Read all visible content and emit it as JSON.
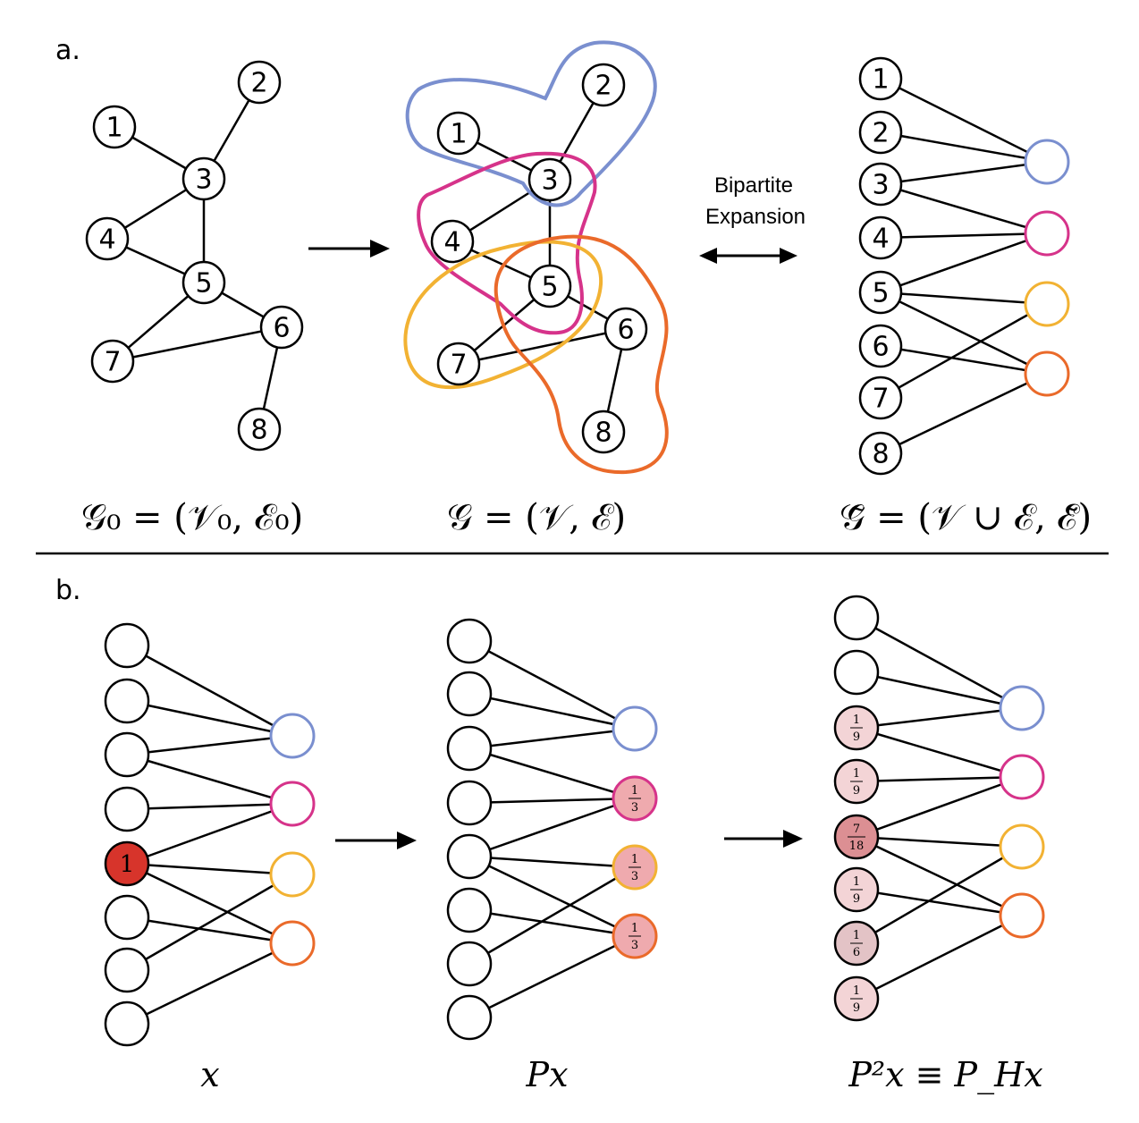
{
  "panel_a": {
    "label": "a.",
    "g0_formula": "𝒢₀ = (𝒱₀, ℰ₀)",
    "g_formula": "𝒢 = (𝒱, ℰ)",
    "gtilde_formula": "𝒢̃ = (𝒱 ∪ ℰ, ℰ̃)",
    "bipartite_label_1": "Bipartite",
    "bipartite_label_2": "Expansion",
    "nodes": [
      "1",
      "2",
      "3",
      "4",
      "5",
      "6",
      "7",
      "8"
    ]
  },
  "panel_b": {
    "label": "b.",
    "caption_x": "x",
    "caption_px": "Px",
    "caption_p2": "P²x ≡ P_Hx",
    "x_value": "1",
    "px_values": [
      {
        "num": "1",
        "den": "3"
      },
      {
        "num": "1",
        "den": "3"
      },
      {
        "num": "1",
        "den": "3"
      }
    ],
    "p2_values": [
      {
        "num": "1",
        "den": "9"
      },
      {
        "num": "1",
        "den": "9"
      },
      {
        "num": "7",
        "den": "18"
      },
      {
        "num": "1",
        "den": "9"
      },
      {
        "num": "1",
        "den": "6"
      },
      {
        "num": "1",
        "den": "9"
      }
    ]
  },
  "colors": {
    "blue": "#7a8fcf",
    "magenta": "#d6338a",
    "yellow": "#f2b233",
    "orange": "#ea6a2a",
    "red": "#d7342b",
    "pink_light": "#f3d4d6",
    "pink_mid": "#efaaae",
    "pink_dark": "#dc8f93",
    "pink_mauve": "#e3c3c6"
  }
}
